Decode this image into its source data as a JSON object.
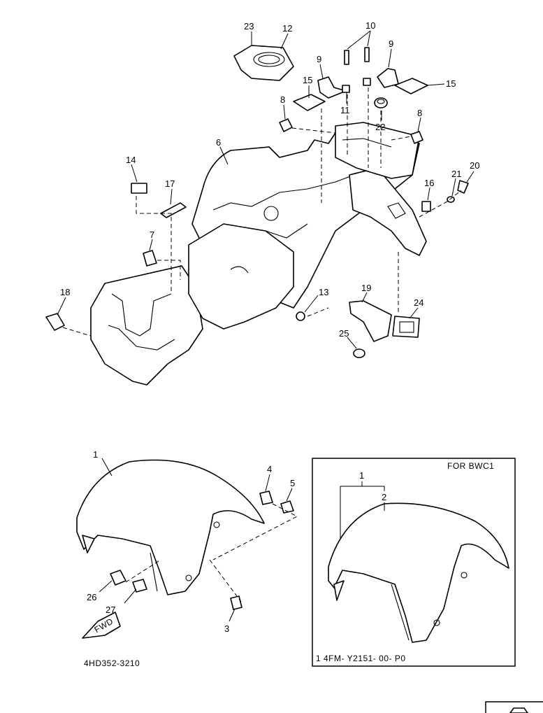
{
  "diagram": {
    "footer_code": "4HD352-3210",
    "inset_title": "FOR BWC1",
    "inset_footnote": "1  4FM- Y2151- 00- P0",
    "fwd_label": "FWD",
    "callouts": {
      "c23": "23",
      "c12": "12",
      "c10": "10",
      "c9a": "9",
      "c9b": "9",
      "c15a": "15",
      "c15b": "15",
      "c11": "11",
      "c8a": "8",
      "c8b": "8",
      "c22": "22",
      "c6": "6",
      "c14": "14",
      "c17": "17",
      "c16": "16",
      "c21": "21",
      "c20": "20",
      "c7": "7",
      "c18": "18",
      "c13": "13",
      "c19": "19",
      "c24": "24",
      "c25": "25",
      "c1a": "1",
      "c4": "4",
      "c5": "5",
      "c26": "26",
      "c27": "27",
      "c3": "3",
      "c1b": "1",
      "c2": "2"
    }
  }
}
